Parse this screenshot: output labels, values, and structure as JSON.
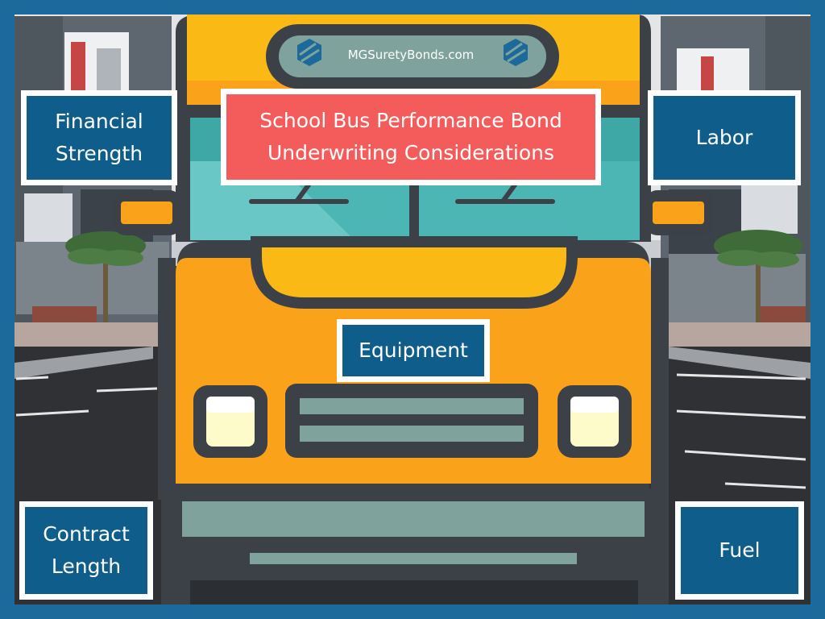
{
  "brand": {
    "website": "MGSuretyBonds.com",
    "logo_icon": "hexagon-stripes-logo-icon"
  },
  "title": {
    "line1": "School Bus Performance Bond",
    "line2": "Underwriting Considerations"
  },
  "considerations": {
    "financial_strength": {
      "line1": "Financial",
      "line2": "Strength"
    },
    "labor": "Labor",
    "equipment": "Equipment",
    "contract_length": {
      "line1": "Contract",
      "line2": "Length"
    },
    "fuel": "Fuel"
  },
  "colors": {
    "frame": "#1b6a9b",
    "box_fill": "#0e5d8b",
    "title_fill": "#f45b5b",
    "bus_yellow": "#fbb916",
    "bus_orange": "#f9a21a",
    "bus_outline": "#3c4148",
    "windshield": "#4cb6b4",
    "grille": "#7fa39c",
    "headlight": "#fdfbc9"
  }
}
